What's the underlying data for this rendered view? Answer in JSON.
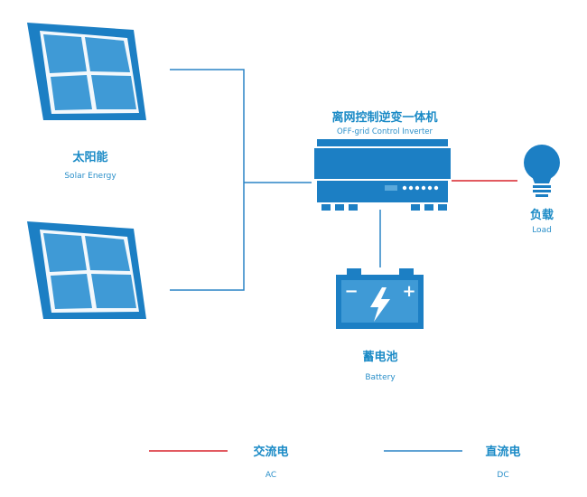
{
  "solar": {
    "label_cn": "太阳能",
    "label_en": "Solar Energy"
  },
  "inverter": {
    "label_cn": "离网控制逆变一体机",
    "label_en": "OFF-grid Control Inverter"
  },
  "load": {
    "label_cn": "负载",
    "label_en": "Load"
  },
  "battery": {
    "label_cn": "蓄电池",
    "label_en": "Battery",
    "minus": "−",
    "plus": "+"
  },
  "legend": {
    "ac": {
      "label_cn": "交流电",
      "label_en": "AC",
      "color": "#d9242b"
    },
    "dc": {
      "label_cn": "直流电",
      "label_en": "DC",
      "color": "#2a84c6"
    }
  },
  "colors": {
    "primary": "#1c7fc4",
    "light": "#5aa9dc",
    "dc_line": "#2a84c6",
    "ac_line": "#d9242b"
  }
}
